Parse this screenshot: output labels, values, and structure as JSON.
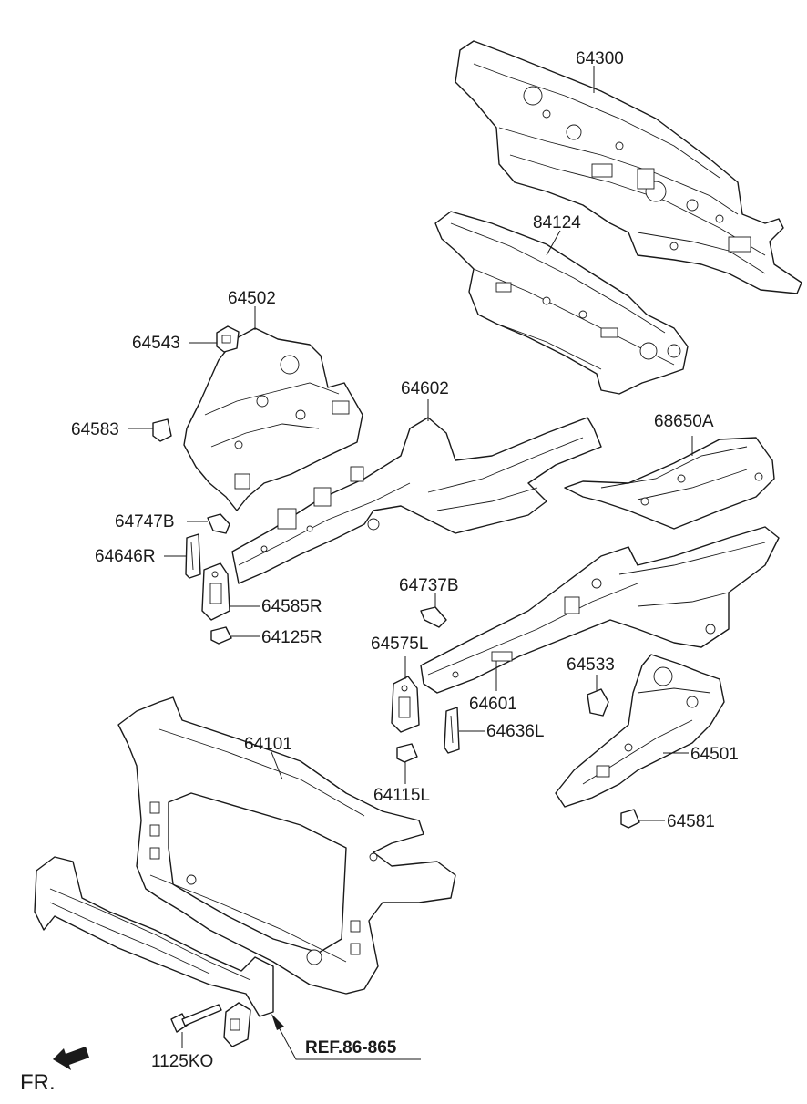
{
  "labels": {
    "p64300": "64300",
    "p84124": "84124",
    "p64502": "64502",
    "p64543": "64543",
    "p64583": "64583",
    "p64602": "64602",
    "p68650A": "68650A",
    "p64747B": "64747B",
    "p64646R": "64646R",
    "p64585R": "64585R",
    "p64125R": "64125R",
    "p64737B": "64737B",
    "p64575L": "64575L",
    "p64533": "64533",
    "p64601": "64601",
    "p64636L": "64636L",
    "p64501": "64501",
    "p64115L": "64115L",
    "p64581": "64581",
    "p64101": "64101",
    "p1125KO": "1125KO"
  },
  "reference": "REF.86-865",
  "direction": "FR.",
  "colors": {
    "line": "#1a1a1a",
    "background": "#ffffff"
  },
  "icons": {
    "direction_arrow": "arrow-left-down-icon"
  }
}
